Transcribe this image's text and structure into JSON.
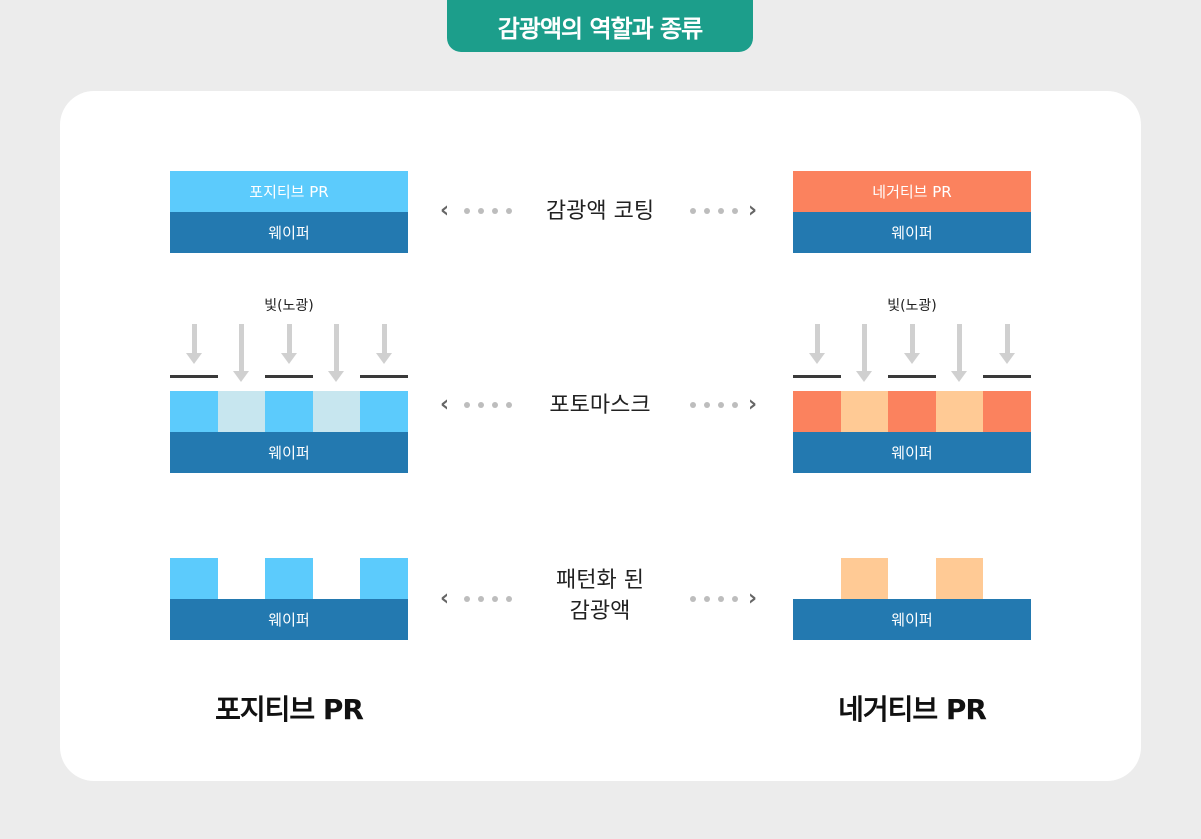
{
  "title": "감광액의 역할과 종류",
  "colors": {
    "positive_pr": "#5ccbfc",
    "positive_exposed": "#c7e6ef",
    "negative_pr": "#fb825e",
    "negative_exposed": "#ffca95",
    "wafer": "#2379b0"
  },
  "steps": {
    "coating": "감광액 코팅",
    "photomask": "포토마스크",
    "patterned_line1": "패턴화 된",
    "patterned_line2": "감광액"
  },
  "positive": {
    "pr_label": "포지티브 PR",
    "wafer_label": "웨이퍼",
    "light_label": "빛(노광)",
    "bottom_label": "포지티브 PR"
  },
  "negative": {
    "pr_label": "네거티브 PR",
    "wafer_label": "웨이퍼",
    "light_label": "빛(노광)",
    "bottom_label": "네거티브 PR"
  }
}
